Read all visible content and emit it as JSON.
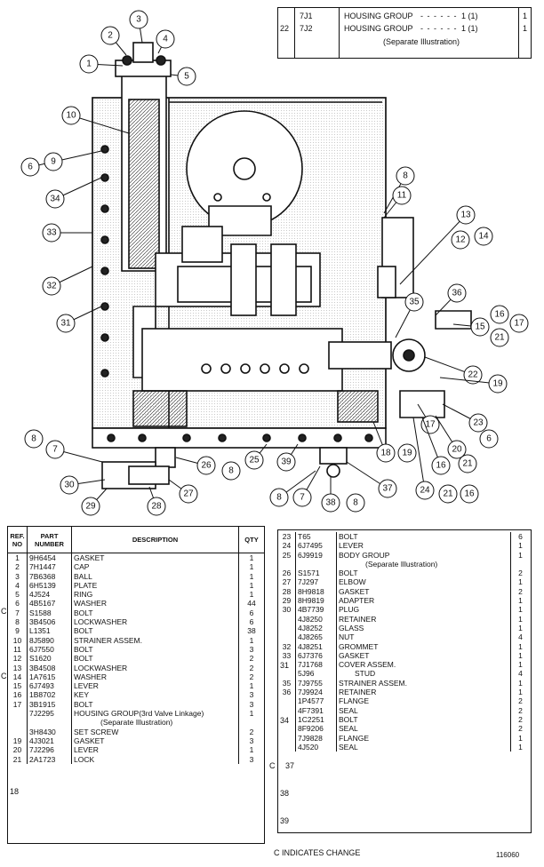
{
  "reference_box": {
    "ref_no": "22",
    "lines": [
      {
        "part": "7J1",
        "desc": "HOUSING GROUP",
        "note": "1 (1)",
        "qty": "1"
      },
      {
        "part": "7J2",
        "desc": "HOUSING GROUP",
        "note": "1 (1)",
        "qty": "1"
      }
    ],
    "separate": "(Separate Illustration)"
  },
  "callouts": [
    "1",
    "2",
    "3",
    "4",
    "5",
    "10",
    "6",
    "9",
    "34",
    "33",
    "32",
    "31",
    "8",
    "11",
    "13",
    "12",
    "14",
    "36",
    "35",
    "16",
    "17",
    "15",
    "21",
    "22",
    "19",
    "23",
    "6",
    "17",
    "20",
    "18",
    "19",
    "16",
    "21",
    "24",
    "21",
    "16",
    "37",
    "38",
    "8",
    "8",
    "7",
    "39",
    "25",
    "26",
    "8",
    "27",
    "28",
    "29",
    "30",
    "7",
    "8"
  ],
  "left_table": {
    "headers": {
      "ref": "REF. NO",
      "part": "PART NUMBER",
      "desc": "DESCRIPTION",
      "qty": "QTY"
    },
    "rows": [
      {
        "ref": "1",
        "part": "9H6454",
        "desc": "GASKET",
        "qty": "1"
      },
      {
        "ref": "2",
        "part": "7H1447",
        "desc": "CAP",
        "qty": "1"
      },
      {
        "ref": "3",
        "part": "7B6368",
        "desc": "BALL",
        "qty": "1"
      },
      {
        "ref": "4",
        "part": "6H5139",
        "desc": "PLATE",
        "qty": "1"
      },
      {
        "ref": "5",
        "part": "4J524",
        "desc": "RING",
        "qty": "1"
      },
      {
        "ref": "6",
        "part": "4B5167",
        "desc": "WASHER",
        "qty": "44"
      },
      {
        "ref": "7",
        "part": "S1588",
        "desc": "BOLT",
        "qty": "6"
      },
      {
        "ref": "8",
        "part": "3B4506",
        "desc": "LOCKWASHER",
        "qty": "6"
      },
      {
        "ref": "9",
        "part": "L1351",
        "desc": "BOLT",
        "qty": "38"
      },
      {
        "ref": "10",
        "part": "8J5890",
        "desc": "STRAINER ASSEM.",
        "qty": "1"
      },
      {
        "ref": "11",
        "part": "6J7550",
        "desc": "BOLT",
        "qty": "3"
      },
      {
        "ref": "12",
        "part": "S1620",
        "desc": "BOLT",
        "qty": "2"
      },
      {
        "ref": "13",
        "part": "3B4508",
        "desc": "LOCKWASHER",
        "qty": "2"
      },
      {
        "ref": "14",
        "part": "1A7615",
        "desc": "WASHER",
        "qty": "2"
      },
      {
        "ref": "15",
        "part": "6J7493",
        "desc": "LEVER",
        "qty": "1"
      },
      {
        "ref": "16",
        "part": "1B8702",
        "desc": "KEY",
        "qty": "3"
      },
      {
        "ref": "17",
        "part": "3B1915",
        "desc": "BOLT",
        "qty": "3"
      },
      {
        "ref": "",
        "part": "7J2295",
        "desc": "HOUSING GROUP(3rd Valve Linkage)",
        "desc2": "(Separate Illustration)",
        "qty": "1",
        "tall": true
      },
      {
        "ref": "",
        "part": "3H8430",
        "desc": "SET SCREW",
        "qty": "2"
      },
      {
        "ref": "19",
        "part": "4J3021",
        "desc": "GASKET",
        "qty": "3"
      },
      {
        "ref": "20",
        "part": "7J2296",
        "desc": "LEVER",
        "qty": "1"
      },
      {
        "ref": "21",
        "part": "2A1723",
        "desc": "LOCK",
        "qty": "3"
      }
    ],
    "bracket_ref": "18",
    "c_marks": [
      "C",
      "C"
    ]
  },
  "right_table": {
    "rows": [
      {
        "ref": "23",
        "part": "T65",
        "desc": "BOLT",
        "qty": "6"
      },
      {
        "ref": "24",
        "part": "6J7495",
        "desc": "LEVER",
        "qty": "1"
      },
      {
        "ref": "25",
        "part": "6J9919",
        "desc": "BODY GROUP",
        "desc2": "(Separate Illustration)",
        "qty": "1",
        "tall": true
      },
      {
        "ref": "26",
        "part": "S1571",
        "desc": "BOLT",
        "qty": "2"
      },
      {
        "ref": "27",
        "part": "7J297",
        "desc": "ELBOW",
        "qty": "1"
      },
      {
        "ref": "28",
        "part": "8H9818",
        "desc": "GASKET",
        "qty": "2"
      },
      {
        "ref": "29",
        "part": "8H9819",
        "desc": "ADAPTER",
        "qty": "1"
      },
      {
        "ref": "30",
        "part": "4B7739",
        "desc": "PLUG",
        "qty": "1"
      },
      {
        "ref": "",
        "part": "4J8250",
        "desc": "RETAINER",
        "qty": "1"
      },
      {
        "ref": "",
        "part": "4J8252",
        "desc": "GLASS",
        "qty": "1"
      },
      {
        "ref": "",
        "part": "4J8265",
        "desc": "NUT",
        "qty": "4"
      },
      {
        "ref": "32",
        "part": "4J8251",
        "desc": "GROMMET",
        "qty": "1"
      },
      {
        "ref": "33",
        "part": "6J7376",
        "desc": "GASKET",
        "qty": "1"
      },
      {
        "ref": "",
        "part": "7J1768",
        "desc": "COVER ASSEM.",
        "qty": "1"
      },
      {
        "ref": "",
        "part": "5J96",
        "desc": "STUD",
        "qty": "4",
        "indent": true
      },
      {
        "ref": "35",
        "part": "7J9755",
        "desc": "STRAINER ASSEM.",
        "qty": "1"
      },
      {
        "ref": "36",
        "part": "7J9924",
        "desc": "RETAINER",
        "qty": "1"
      },
      {
        "ref": "",
        "part": "1P4577",
        "desc": "FLANGE",
        "qty": "2"
      },
      {
        "ref": "",
        "part": "4F7391",
        "desc": "SEAL",
        "qty": "2"
      },
      {
        "ref": "",
        "part": "1C2251",
        "desc": "BOLT",
        "qty": "2"
      },
      {
        "ref": "",
        "part": "8F9206",
        "desc": "SEAL",
        "qty": "2"
      },
      {
        "ref": "",
        "part": "7J9828",
        "desc": "FLANGE",
        "qty": "1"
      },
      {
        "ref": "",
        "part": "4J520",
        "desc": "SEAL",
        "qty": "1"
      }
    ],
    "bracket_refs": [
      "31",
      "34",
      "37",
      "38",
      "39"
    ],
    "c_marks": [
      "C"
    ]
  },
  "footer_note": "C INDICATES CHANGE",
  "drawing_no": "116060"
}
